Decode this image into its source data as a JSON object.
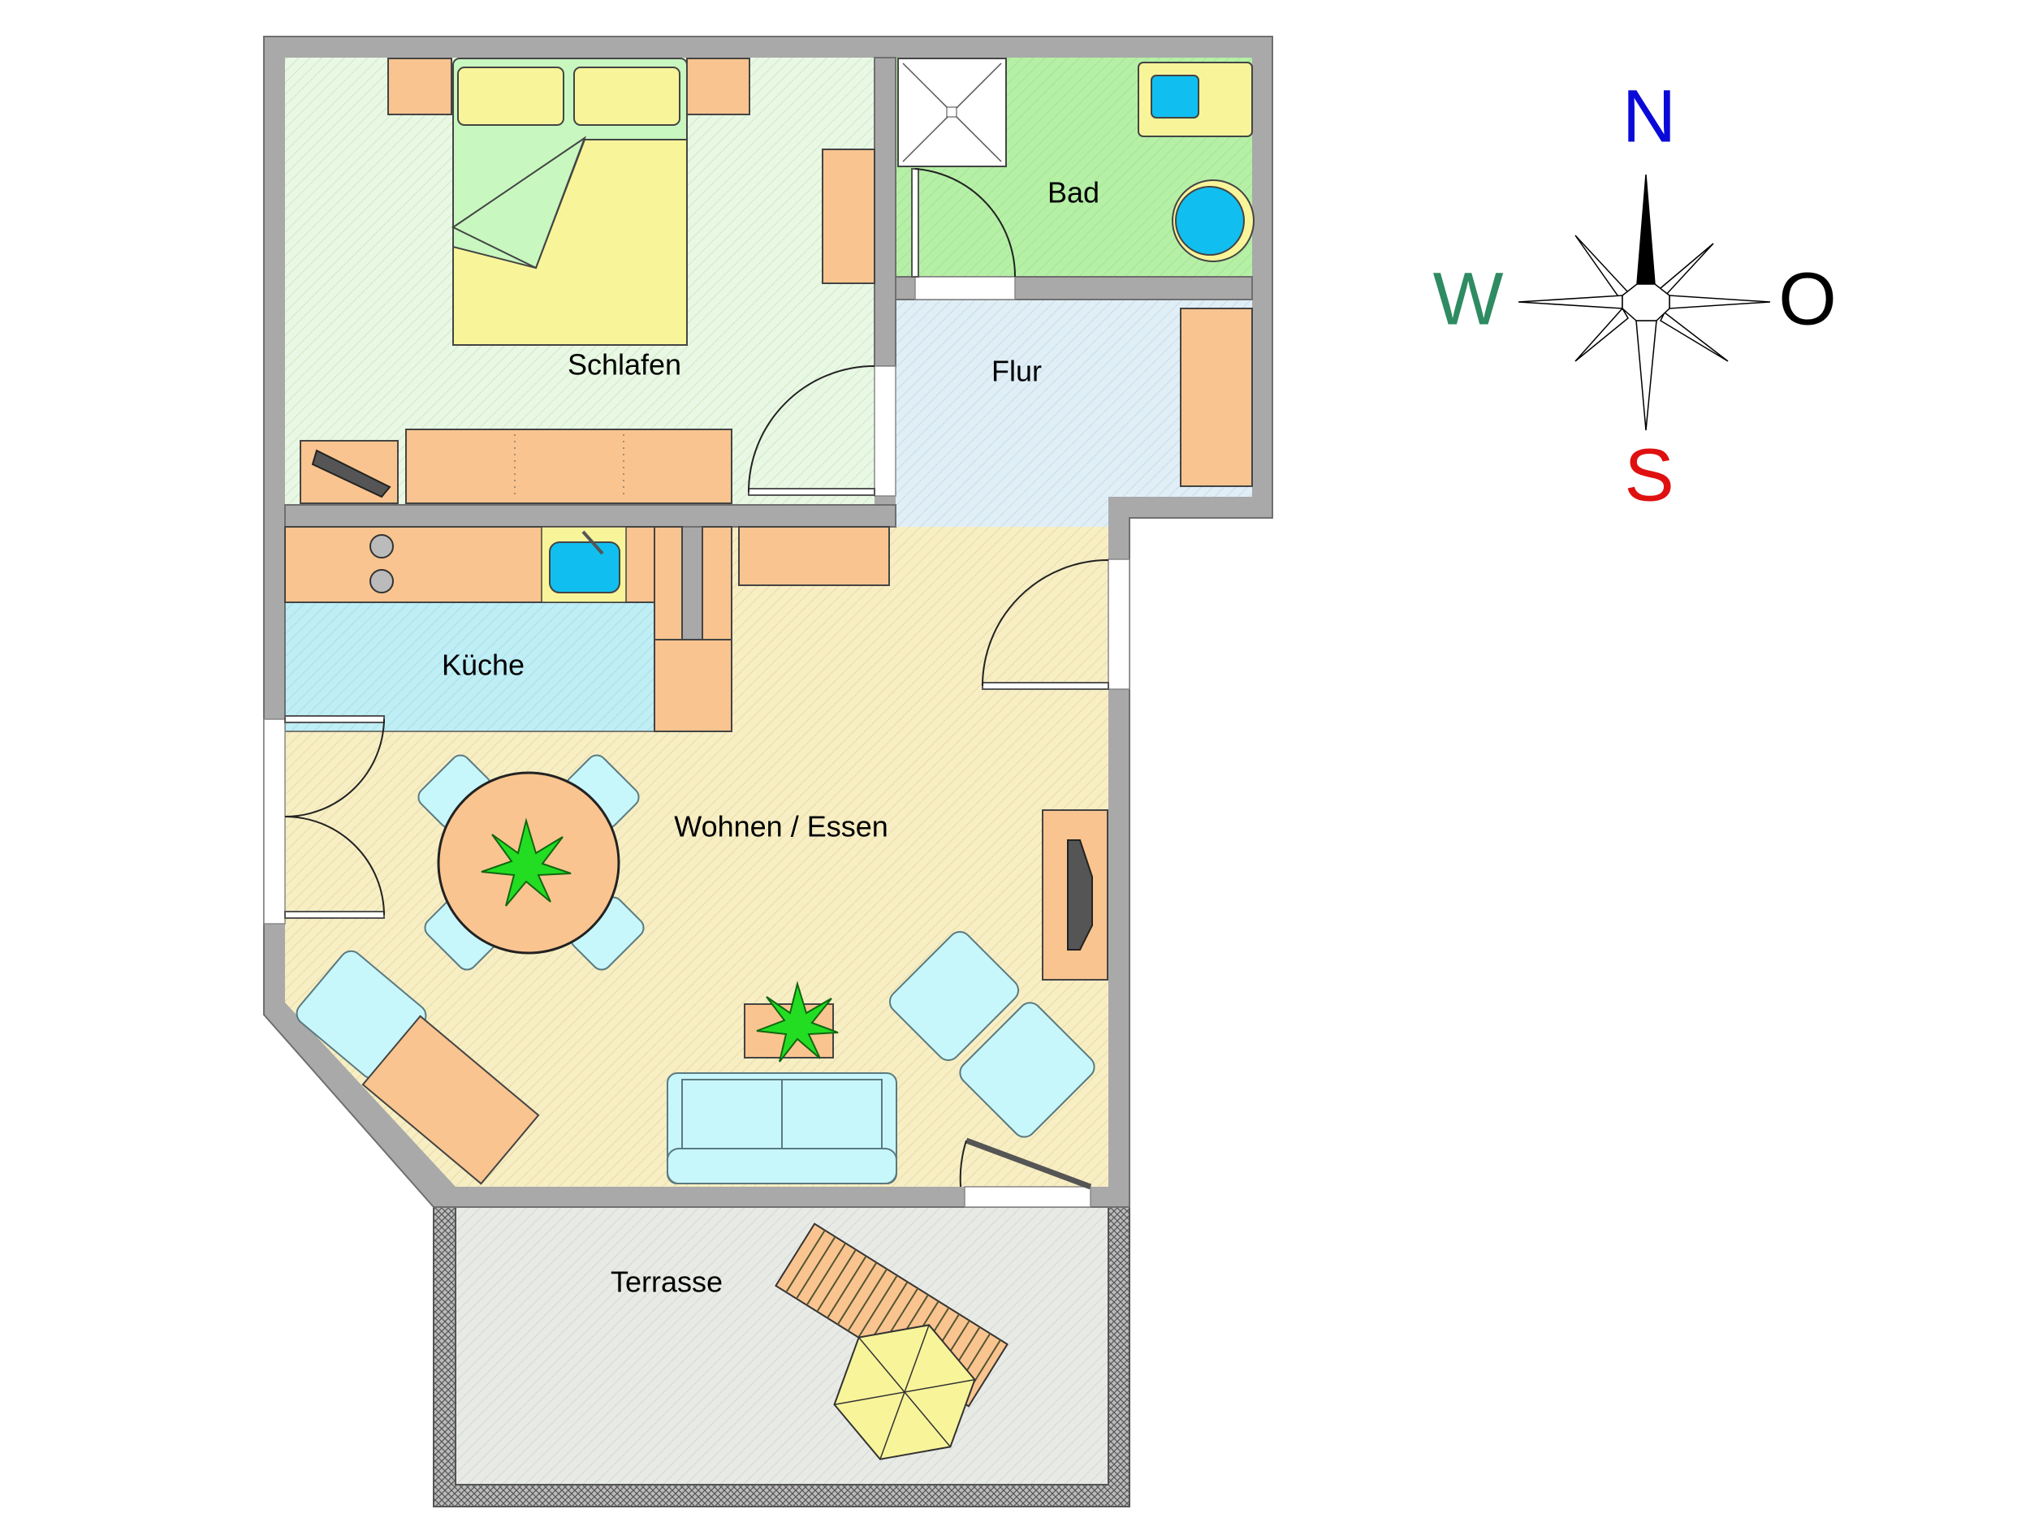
{
  "rooms": {
    "schlafen": "Schlafen",
    "bad": "Bad",
    "flur": "Flur",
    "kueche": "Küche",
    "wohnen": "Wohnen / Essen",
    "terrasse": "Terrasse"
  },
  "compass": {
    "north": "N",
    "west": "W",
    "east": "O",
    "south": "S",
    "colors": {
      "north": "#0a0ad8",
      "west": "#2e8b62",
      "east": "#000000",
      "south": "#e01010"
    }
  },
  "colors": {
    "wall": "#a9a9a9",
    "schlafen_floor": "#e6f7e0",
    "bad_floor": "#b8f0a8",
    "flur_floor": "#dcecf4",
    "kueche_floor": "#bdeef4",
    "wohnen_floor": "#f6ecc0",
    "terrasse_floor": "#e6e8e4",
    "furniture": "#f9c48f"
  }
}
